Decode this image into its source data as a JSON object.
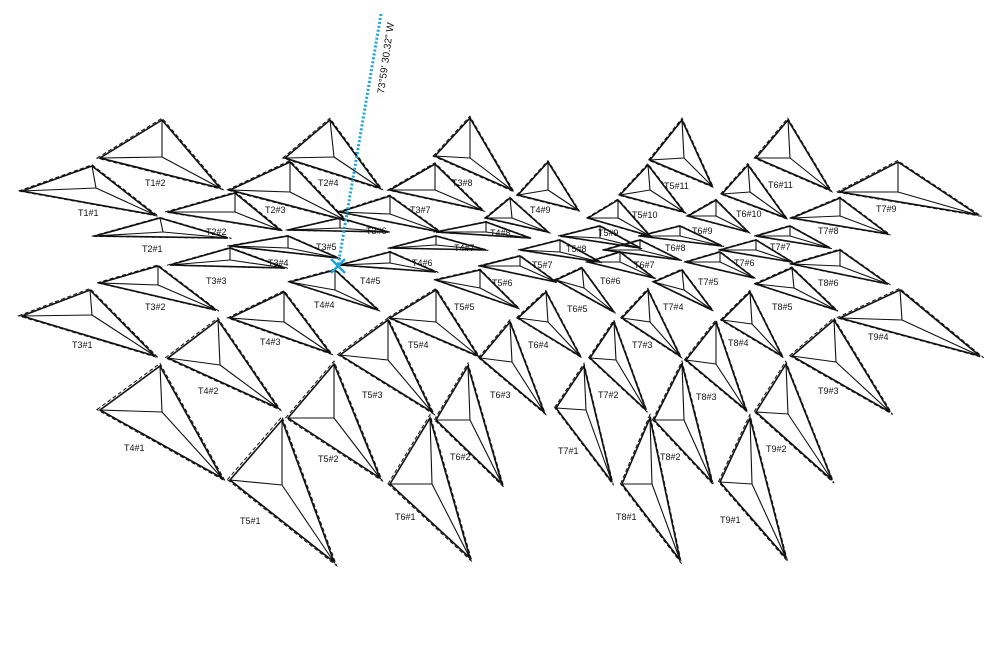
{
  "bearing": {
    "label": "73°59' 30.32\" W",
    "color": "#1aa3d6"
  },
  "panels": [
    {
      "label": "T1#1",
      "shape": "left"
    },
    {
      "label": "T1#2",
      "shape": "left"
    },
    {
      "label": "T2#1",
      "shape": "flat"
    },
    {
      "label": "T2#2",
      "shape": "left"
    },
    {
      "label": "T2#3",
      "shape": "left"
    },
    {
      "label": "T2#4",
      "shape": "up"
    },
    {
      "label": "T3#1",
      "shape": "left"
    },
    {
      "label": "T3#2",
      "shape": "left"
    },
    {
      "label": "T3#3",
      "shape": "flat"
    },
    {
      "label": "T3#4",
      "shape": "flat"
    },
    {
      "label": "T3#5",
      "shape": "flat"
    },
    {
      "label": "T3#6",
      "shape": "left"
    },
    {
      "label": "T3#7",
      "shape": "left"
    },
    {
      "label": "T3#8",
      "shape": "up"
    },
    {
      "label": "T4#1",
      "shape": "left"
    },
    {
      "label": "T4#2",
      "shape": "left"
    },
    {
      "label": "T4#3",
      "shape": "left"
    },
    {
      "label": "T4#4",
      "shape": "left"
    },
    {
      "label": "T4#5",
      "shape": "flat"
    },
    {
      "label": "T4#6",
      "shape": "flat"
    },
    {
      "label": "T4#7",
      "shape": "flat"
    },
    {
      "label": "T4#8",
      "shape": "left"
    },
    {
      "label": "T4#9",
      "shape": "up"
    },
    {
      "label": "T5#1",
      "shape": "down"
    },
    {
      "label": "T5#2",
      "shape": "down"
    },
    {
      "label": "T5#3",
      "shape": "down"
    },
    {
      "label": "T5#4",
      "shape": "down"
    },
    {
      "label": "T5#5",
      "shape": "left"
    },
    {
      "label": "T5#6",
      "shape": "flat"
    },
    {
      "label": "T5#7",
      "shape": "flat"
    },
    {
      "label": "T5#8",
      "shape": "flat"
    },
    {
      "label": "T5#9",
      "shape": "left"
    },
    {
      "label": "T5#10",
      "shape": "left"
    },
    {
      "label": "T5#11",
      "shape": "up"
    },
    {
      "label": "T6#1",
      "shape": "down"
    },
    {
      "label": "T6#2",
      "shape": "down"
    },
    {
      "label": "T6#3",
      "shape": "down"
    },
    {
      "label": "T6#4",
      "shape": "down"
    },
    {
      "label": "T6#5",
      "shape": "down"
    },
    {
      "label": "T6#6",
      "shape": "flat"
    },
    {
      "label": "T6#7",
      "shape": "flat"
    },
    {
      "label": "T6#8",
      "shape": "flat"
    },
    {
      "label": "T6#9",
      "shape": "left"
    },
    {
      "label": "T6#10",
      "shape": "left"
    },
    {
      "label": "T6#11",
      "shape": "up"
    },
    {
      "label": "T7#1",
      "shape": "down"
    },
    {
      "label": "T7#2",
      "shape": "down"
    },
    {
      "label": "T7#3",
      "shape": "down"
    },
    {
      "label": "T7#4",
      "shape": "down"
    },
    {
      "label": "T7#5",
      "shape": "flat"
    },
    {
      "label": "T7#6",
      "shape": "flat"
    },
    {
      "label": "T7#7",
      "shape": "flat"
    },
    {
      "label": "T7#8",
      "shape": "right"
    },
    {
      "label": "T7#9",
      "shape": "right"
    },
    {
      "label": "T8#1",
      "shape": "down"
    },
    {
      "label": "T8#2",
      "shape": "down"
    },
    {
      "label": "T8#3",
      "shape": "down"
    },
    {
      "label": "T8#4",
      "shape": "down"
    },
    {
      "label": "T8#5",
      "shape": "right"
    },
    {
      "label": "T8#6",
      "shape": "right"
    },
    {
      "label": "T9#1",
      "shape": "down"
    },
    {
      "label": "T9#2",
      "shape": "down"
    },
    {
      "label": "T9#3",
      "shape": "down"
    },
    {
      "label": "T9#4",
      "shape": "right"
    }
  ]
}
